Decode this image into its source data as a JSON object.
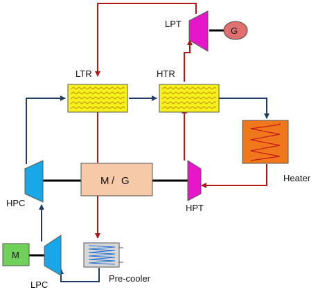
{
  "labels": {
    "lpt": "LPT",
    "generator": "G",
    "ltr": "LTR",
    "htr": "HTR",
    "motor_generator_m": "M",
    "motor_generator_slash": "/",
    "motor_generator_g": "G",
    "heater": "Heater",
    "hpc": "HPC",
    "hpt": "HPT",
    "motor": "M",
    "lpc": "LPC",
    "precooler": "Pre-cooler"
  },
  "colors": {
    "hot_flow": "#b01818",
    "cold_flow": "#1f3b66",
    "shaft": "#000000",
    "turbine_fill": "#e617c8",
    "compressor_fill": "#1aa7e8",
    "recuperator_fill": "#f7f21a",
    "recuperator_coil": "#c28a00",
    "heater_fill": "#f0781c",
    "heater_coil": "#c81818",
    "mg_fill": "#f6c9a8",
    "motor_fill": "#6fd15a",
    "generator_fill": "#e07070",
    "precooler_fill": "#d8d8d8",
    "precooler_coil": "#1f6fd0"
  },
  "icons": {
    "lpt": "turbine-icon",
    "hpt": "turbine-icon",
    "hpc": "compressor-icon",
    "lpc": "compressor-icon",
    "ltr": "heat-exchanger-icon",
    "htr": "heat-exchanger-icon",
    "heater": "heater-icon",
    "precooler": "cooler-icon",
    "generator": "generator-icon",
    "motor": "motor-icon"
  }
}
